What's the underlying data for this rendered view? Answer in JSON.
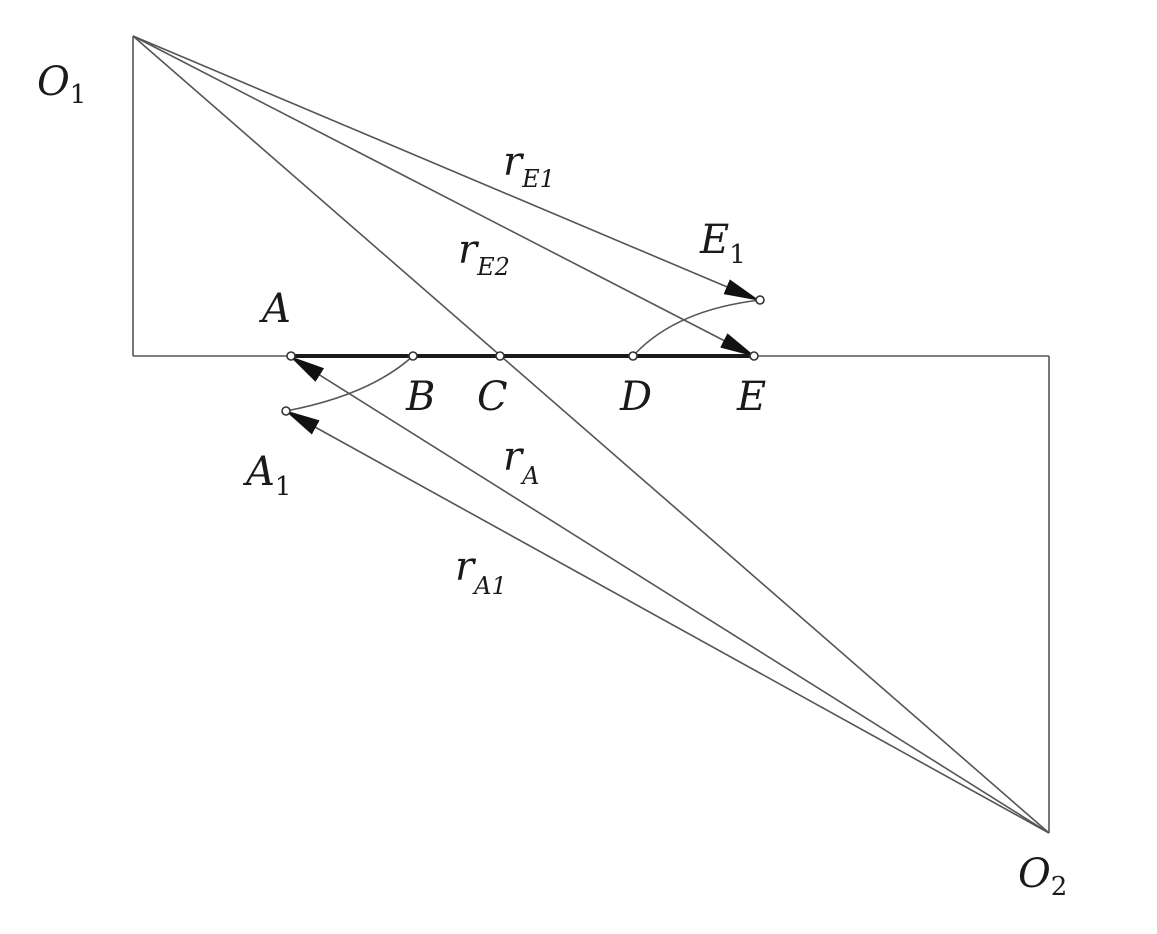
{
  "labels": {
    "O1": {
      "main": "O",
      "sub": "1"
    },
    "O2": {
      "main": "O",
      "sub": "2"
    },
    "A": {
      "main": "A"
    },
    "B": {
      "main": "B"
    },
    "C": {
      "main": "C"
    },
    "D": {
      "main": "D"
    },
    "E": {
      "main": "E"
    },
    "A1": {
      "main": "A",
      "sub": "1"
    },
    "E1": {
      "main": "E",
      "sub": "1"
    }
  },
  "vectors": {
    "rE1": {
      "main": "r",
      "sub": "E1"
    },
    "rE2": {
      "main": "r",
      "sub": "E2"
    },
    "rA": {
      "main": "r",
      "sub": "A"
    },
    "rA1": {
      "main": "r",
      "sub": "A1"
    }
  }
}
